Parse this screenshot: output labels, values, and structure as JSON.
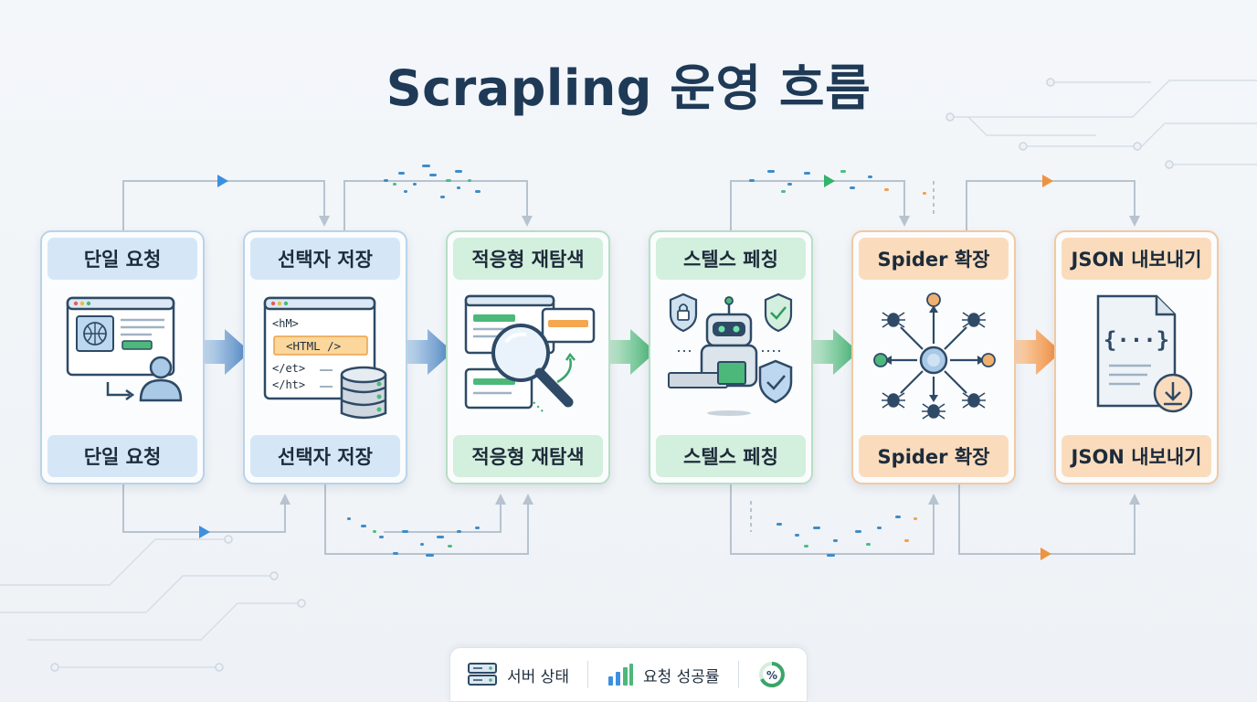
{
  "title": "Scrapling 운영 흐름",
  "steps": [
    {
      "head": "단일 요청",
      "foot": "단일 요청",
      "icon": "browser-user-icon",
      "color": "#5b9bd5"
    },
    {
      "head": "선택자 저장",
      "foot": "선택자 저장",
      "icon": "code-database-icon",
      "color": "#5b9bd5",
      "code_lines": [
        "<hM>",
        "<HTML />",
        "</et>",
        "</ht>"
      ]
    },
    {
      "head": "적응형 재탐색",
      "foot": "적응형 재탐색",
      "icon": "magnifier-refresh-icon",
      "color": "#4cb87a"
    },
    {
      "head": "스텔스 페칭",
      "foot": "스텔스 페칭",
      "icon": "robot-shield-icon",
      "color": "#4cb87a"
    },
    {
      "head": "Spider 확장",
      "foot": "Spider 확장",
      "icon": "spider-network-icon",
      "color": "#f0964a"
    },
    {
      "head": "JSON 내보내기",
      "foot": "JSON 내보내기",
      "icon": "json-download-icon",
      "color": "#f0964a",
      "json_glyph": "{···}"
    }
  ],
  "legend": [
    {
      "label": "서버 상태",
      "icon": "server-icon"
    },
    {
      "label": "요청 성공률",
      "icon": "bar-chart-icon"
    },
    {
      "label": "",
      "icon": "percent-circle-icon",
      "glyph": "%"
    }
  ]
}
